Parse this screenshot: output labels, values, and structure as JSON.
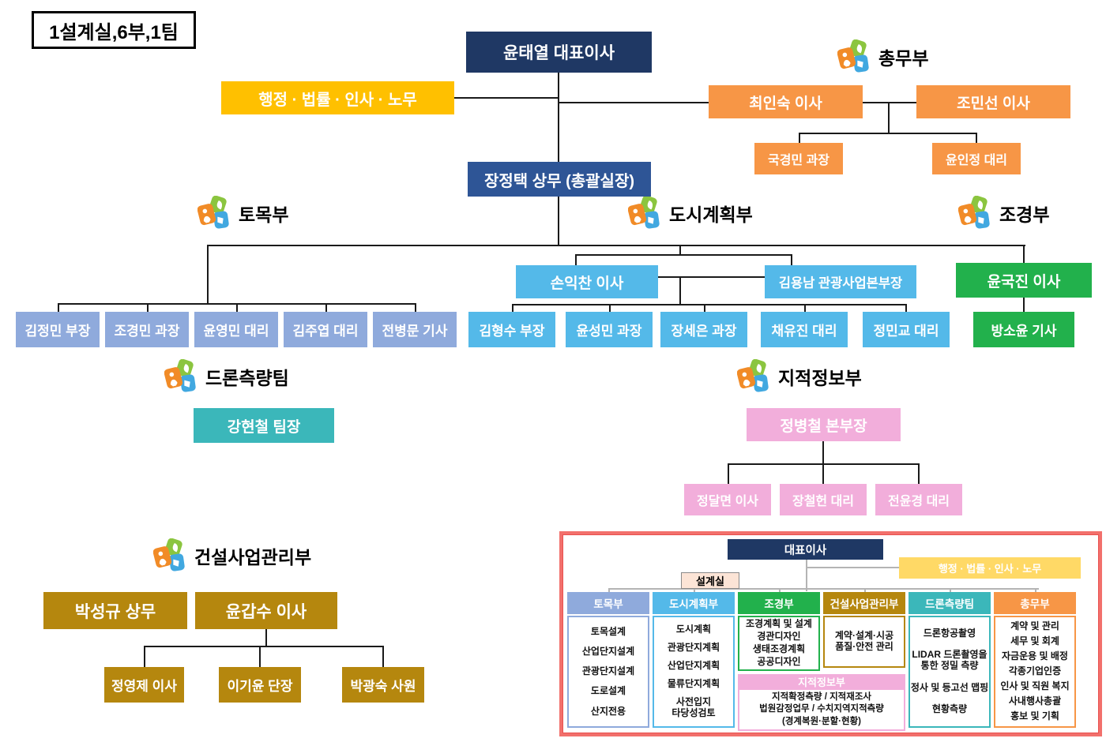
{
  "badge": "1설계실,6부,1팀",
  "colors": {
    "navy": "#1f3864",
    "royal": "#2e5596",
    "yellow": "#ffc000",
    "light_yellow": "#ffd966",
    "orange": "#f79646",
    "periwinkle": "#8faadc",
    "sky_blue": "#54b9e9",
    "green": "#22b14c",
    "teal": "#3bb7ba",
    "pink": "#f2aedb",
    "gold": "#b5870e",
    "mini_border_red": "#f2706c"
  },
  "org": {
    "ceo": "윤태열 대표이사",
    "admin_support": "행정 · 법률 · 인사 · 노무",
    "coo": "장정택 상무 (총괄실장)",
    "general_affairs": {
      "label": "총무부",
      "director1": "최인숙 이사",
      "director2": "조민선 이사",
      "staff1": "국경민 과장",
      "staff2": "윤인정 대리"
    },
    "civil": {
      "label": "토목부",
      "members": [
        "김정민 부장",
        "조경민 과장",
        "윤영민 대리",
        "김주엽 대리",
        "전병문 기사"
      ]
    },
    "urban": {
      "label": "도시계획부",
      "director1": "손익찬 이사",
      "director2": "김용남 관광사업본부장",
      "members": [
        "김형수 부장",
        "윤성민 과장",
        "장세은 과장",
        "채유진 대리",
        "정민교 대리"
      ]
    },
    "landscape": {
      "label": "조경부",
      "director": "윤국진 이사",
      "staff": "방소윤 기사"
    },
    "drone": {
      "label": "드론측량팀",
      "leader": "강현철 팀장"
    },
    "cadastral": {
      "label": "지적정보부",
      "head": "정병철 본부장",
      "members": [
        "정달면 이사",
        "장철헌 대리",
        "전윤경 대리"
      ]
    },
    "construction": {
      "label": "건설사업관리부",
      "executive1": "박성규 상무",
      "executive2": "윤갑수 이사",
      "members": [
        "정영제 이사",
        "이기윤 단장",
        "박광숙 사원"
      ]
    }
  },
  "mini": {
    "ceo": "대표이사",
    "admin_support": "행정 · 법률 · 인사 · 노무",
    "design_room": "설계실",
    "columns": [
      {
        "header": "토목부",
        "items": [
          "토목설계",
          "산업단지설계",
          "관광단지설계",
          "도로설계",
          "산지전용"
        ]
      },
      {
        "header": "도시계획부",
        "items": [
          "도시계획",
          "관광단지계획",
          "산업단지계획",
          "물류단지계획",
          "사전입지\n타당성검토"
        ]
      },
      {
        "header": "조경부",
        "items": [
          "조경계획 및 설계",
          "경관디자인",
          "생태조경계획",
          "공공디자인"
        ]
      },
      {
        "header": "건설사업관리부",
        "items": [
          "계약·설계·시공\n품질·안전 관리"
        ]
      },
      {
        "header": "드론측량팀",
        "items": [
          "드론항공촬영",
          "LIDAR 드론촬영을\n통한 정밀 측량",
          "정사 및 등고선 맵핑",
          "현황측량"
        ]
      },
      {
        "header": "총무부",
        "items": [
          "계약 및 관리",
          "세무 및 회계",
          "자금운용 및 배정",
          "각종기업인증",
          "인사 및 직원 복지",
          "사내행사총괄",
          "홍보 및 기획"
        ]
      }
    ],
    "cadastral_row": {
      "header": "지적정보부",
      "items": [
        "지적확정측량 / 지적재조사",
        "법원감정업무 / 수치지역지적측량",
        "(경계복원·분할·현황)"
      ]
    }
  }
}
